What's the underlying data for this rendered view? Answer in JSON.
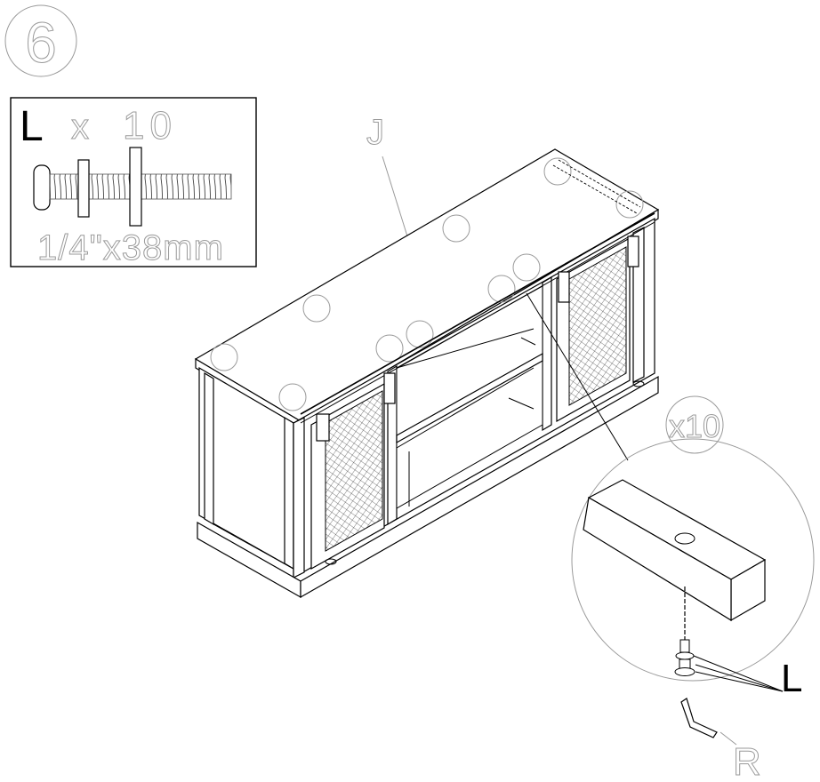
{
  "step": {
    "number": "6"
  },
  "hardware_box": {
    "part_letter": "L",
    "times": "x",
    "quantity": "10",
    "size": "1/4\"x38mm"
  },
  "labels": {
    "panel": "J",
    "detail_count": "x10",
    "bolt_part": "L",
    "tool_part": "R"
  }
}
